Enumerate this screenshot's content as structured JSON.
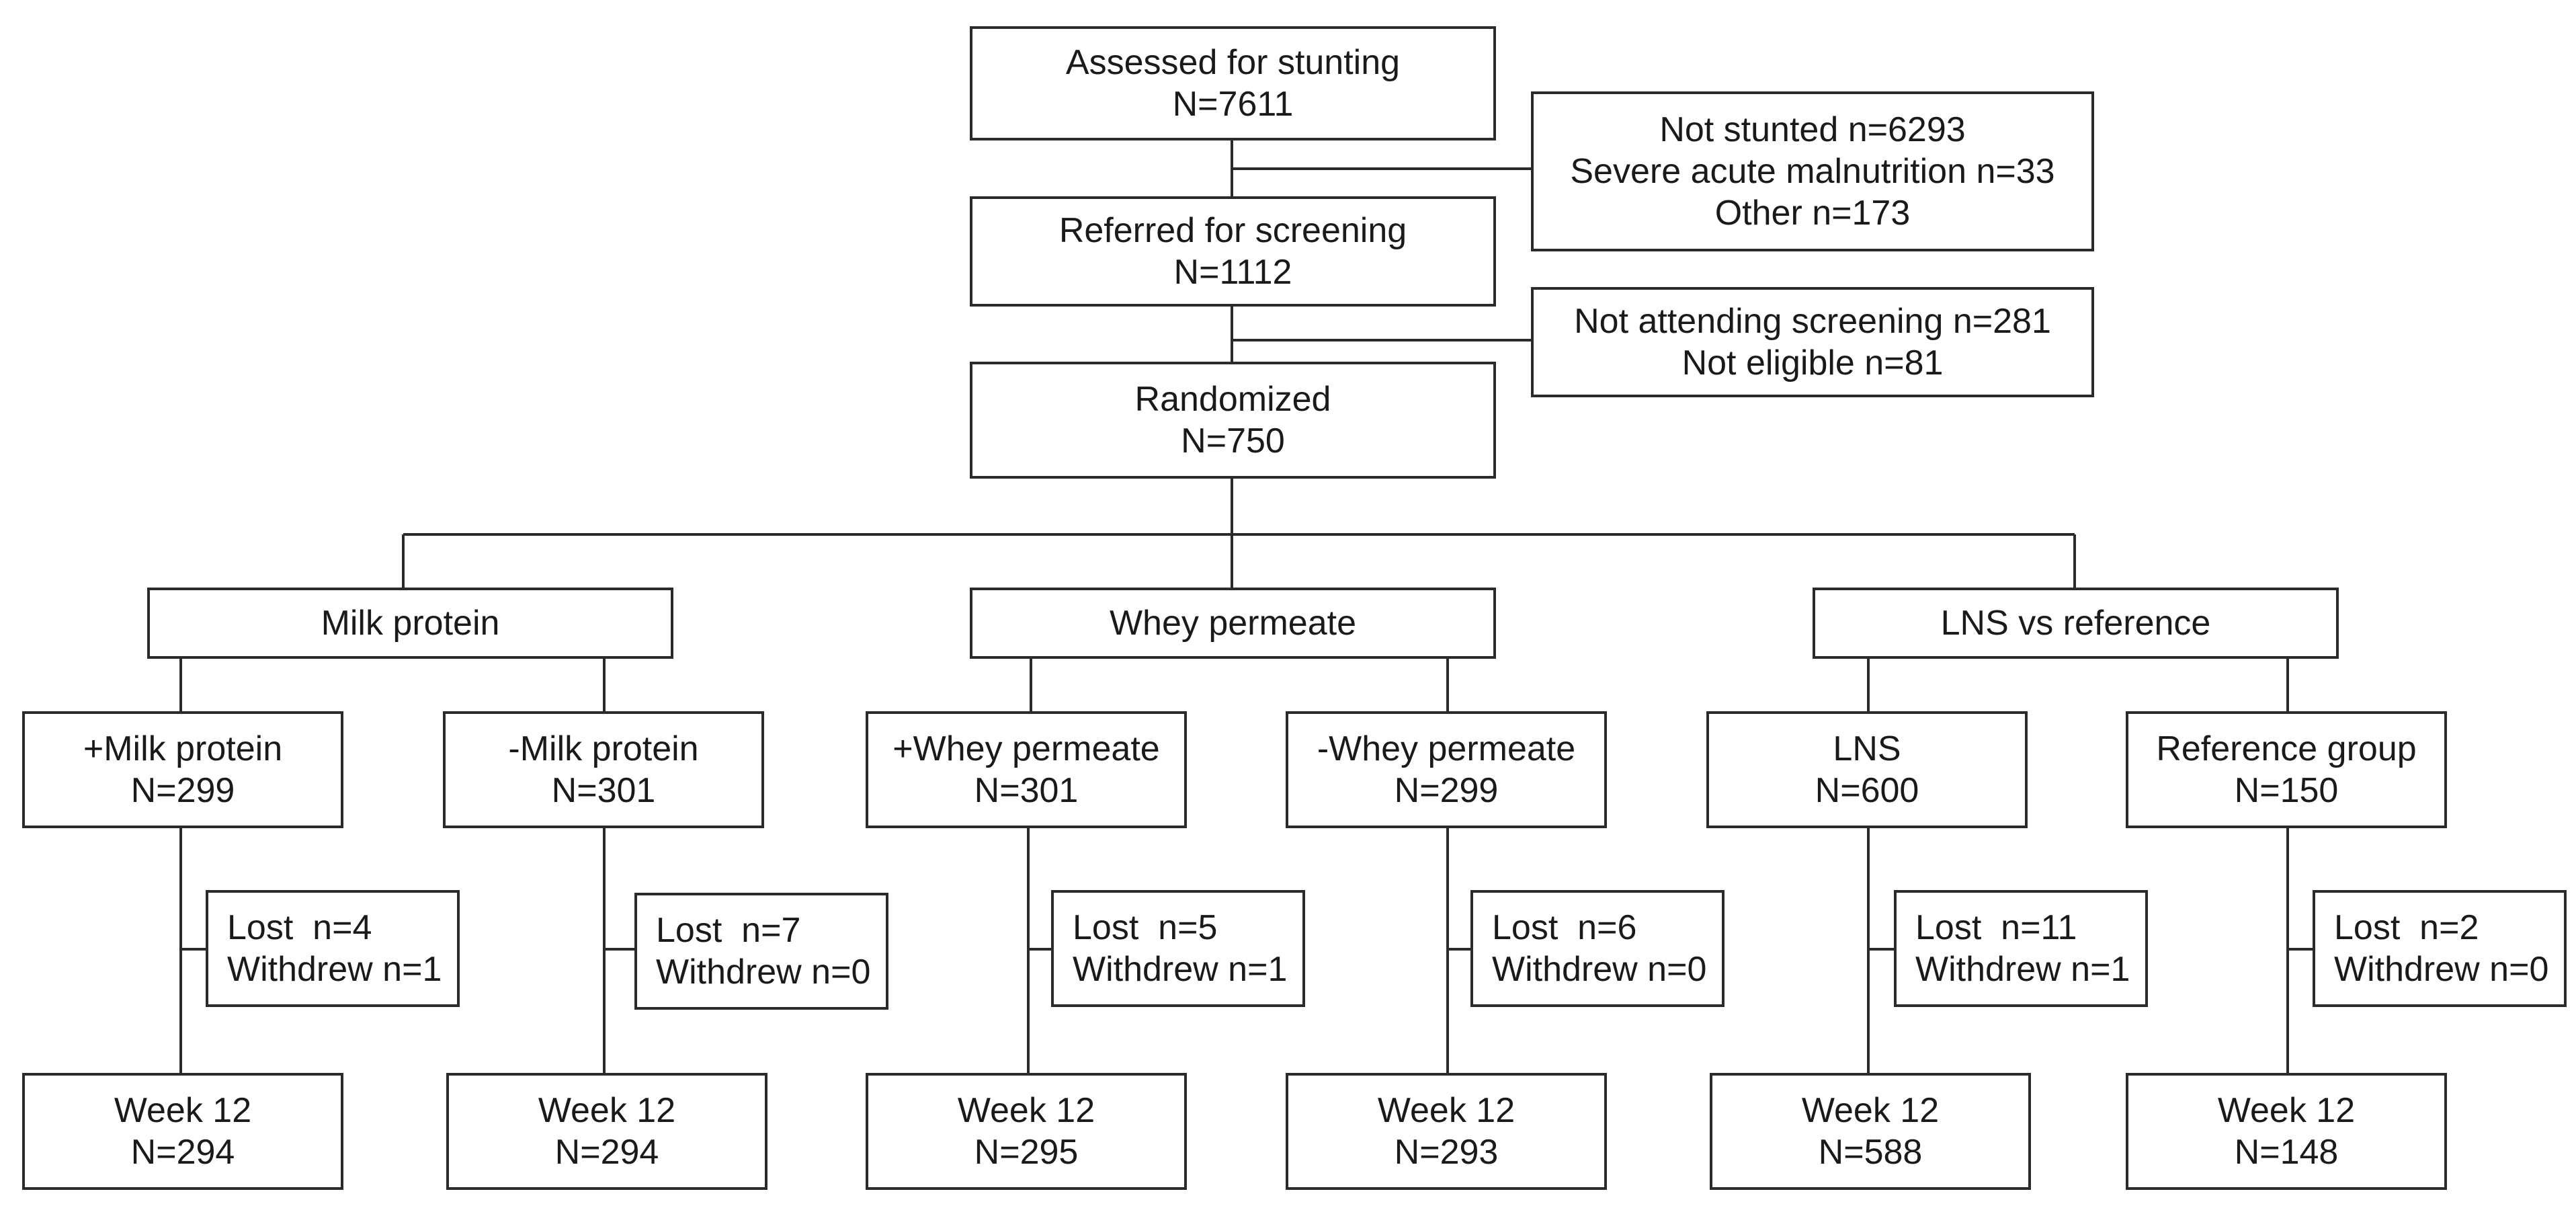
{
  "top": {
    "assessed": {
      "title": "Assessed for stunting",
      "count": "N=7611"
    },
    "excluded1": {
      "line1": "Not stunted n=6293",
      "line2": "Severe acute malnutrition n=33",
      "line3": "Other n=173"
    },
    "referred": {
      "title": "Referred for screening",
      "count": "N=1112"
    },
    "excluded2": {
      "line1": "Not attending screening n=281",
      "line2": "Not eligible n=81"
    },
    "randomized": {
      "title": "Randomized",
      "count": "N=750"
    }
  },
  "groups": [
    {
      "title": "Milk protein"
    },
    {
      "title": "Whey permeate"
    },
    {
      "title": "LNS vs reference"
    }
  ],
  "arms": [
    {
      "name": "+Milk protein",
      "count": "N=299",
      "lost": "Lost  n=4",
      "withdrew": "Withdrew n=1",
      "week": "Week 12",
      "final": "N=294"
    },
    {
      "name": "-Milk protein",
      "count": "N=301",
      "lost": "Lost  n=7",
      "withdrew": "Withdrew n=0",
      "week": "Week 12",
      "final": "N=294"
    },
    {
      "name": "+Whey permeate",
      "count": "N=301",
      "lost": "Lost  n=5",
      "withdrew": "Withdrew n=1",
      "week": "Week 12",
      "final": "N=295"
    },
    {
      "name": "-Whey permeate",
      "count": "N=299",
      "lost": "Lost  n=6",
      "withdrew": "Withdrew n=0",
      "week": "Week 12",
      "final": "N=293"
    },
    {
      "name": "LNS",
      "count": "N=600",
      "lost": "Lost  n=11",
      "withdrew": "Withdrew n=1",
      "week": "Week 12",
      "final": "N=588"
    },
    {
      "name": "Reference group",
      "count": "N=150",
      "lost": "Lost  n=2",
      "withdrew": "Withdrew n=0",
      "week": "Week 12",
      "final": "N=148"
    }
  ]
}
